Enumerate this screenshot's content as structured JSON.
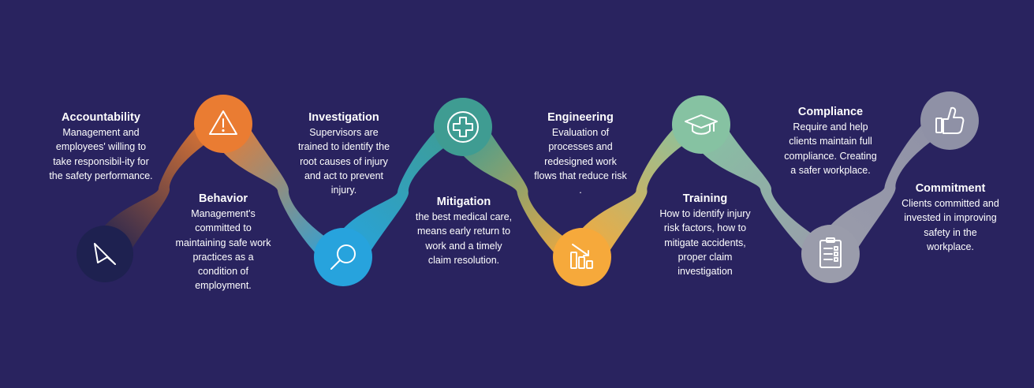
{
  "steps": [
    {
      "title": "Accountability",
      "text": "Management and employees' willing to take responsibil-ity for the safety performance.",
      "icon": "arrow-cursor-icon",
      "color": "#1e2150"
    },
    {
      "title": "Behavior",
      "text": "Management's committed to maintaining safe work practices as a condition of employment.",
      "icon": "warning-icon",
      "color": "#ea7c32"
    },
    {
      "title": "Investigation",
      "text": "Supervisors are trained to identify the root causes of injury and act to prevent injury.",
      "icon": "magnifier-icon",
      "color": "#27a3dd"
    },
    {
      "title": "Mitigation",
      "text": "the best medical care, means early return to work and a timely claim resolution.",
      "icon": "medical-cross-icon",
      "color": "#3f9c92"
    },
    {
      "title": "Engineering",
      "text": "Evaluation of processes and redesigned work flows that reduce risk .",
      "icon": "declining-chart-icon",
      "color": "#f6a93b"
    },
    {
      "title": "Training",
      "text": "How to identify injury risk factors, how to mitigate accidents, proper claim investigation",
      "icon": "graduation-cap-icon",
      "color": "#86c2a2"
    },
    {
      "title": "Compliance",
      "text": "Require and help clients maintain full compliance. Creating a safer workplace.",
      "icon": "checklist-icon",
      "color": "#9a9cab"
    },
    {
      "title": "Commitment",
      "text": "Clients committed and invested in improving safety in the workplace.",
      "icon": "thumbs-up-icon",
      "color": "#8f91a6"
    }
  ]
}
